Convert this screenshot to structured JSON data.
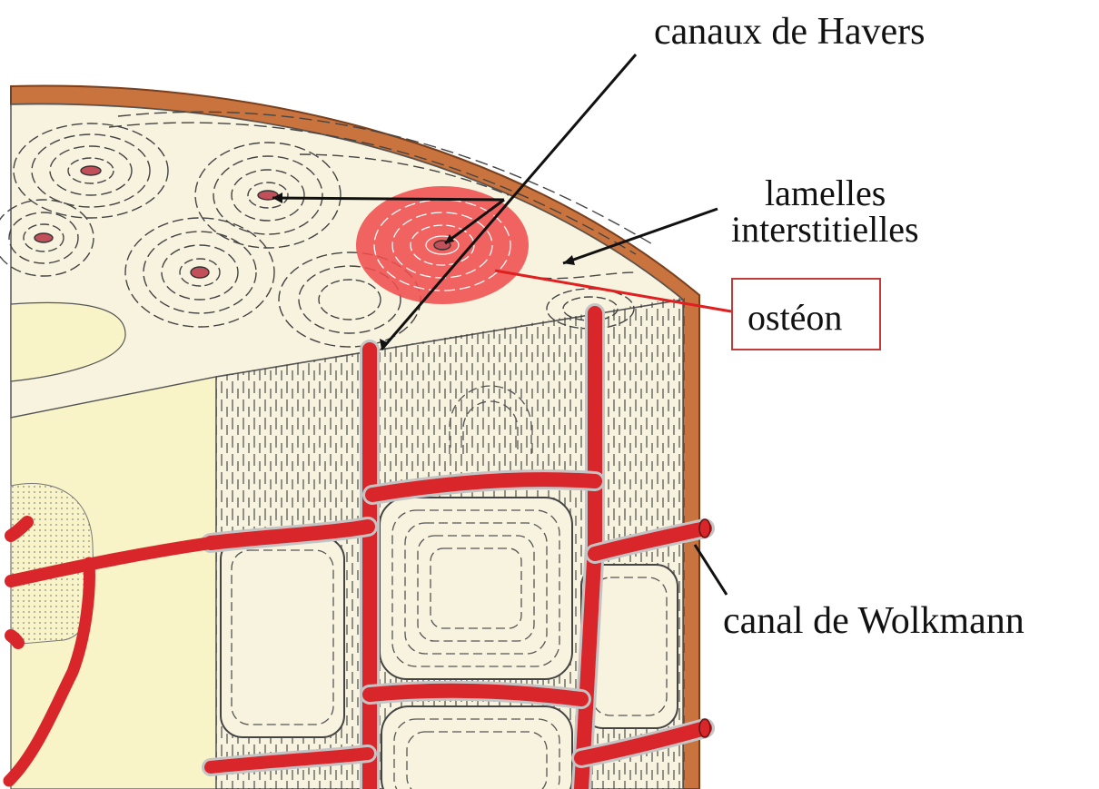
{
  "labels": {
    "havers": "canaux de Havers",
    "lamelles_line1": "lamelles",
    "lamelles_line2": "interstitielles",
    "osteon": "ostéon",
    "wolkmann": "canal de Wolkmann"
  },
  "colors": {
    "background": "#ffffff",
    "bone_fill": "#f7f3df",
    "marrow_fill": "#f8f4c8",
    "periosteum": "#c9743f",
    "vessel_red": "#d8262a",
    "osteon_highlight": "#f04f4f",
    "pointer_line": "#111111",
    "osteon_pointer": "#e02020",
    "osteon_box_border": "#c23a3a"
  }
}
